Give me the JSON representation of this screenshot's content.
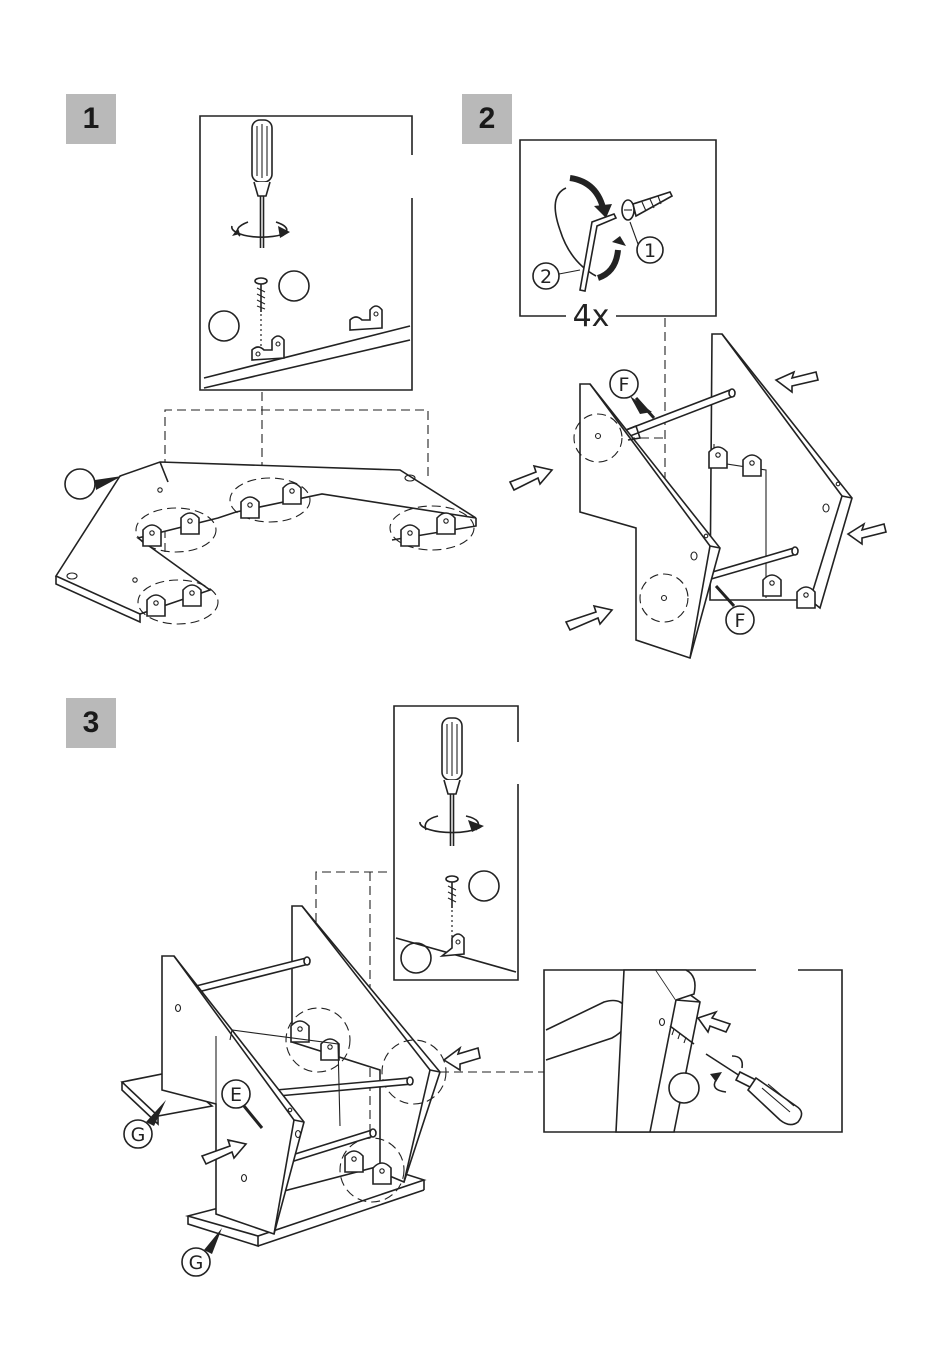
{
  "steps": [
    {
      "number": "1"
    },
    {
      "number": "2"
    },
    {
      "number": "3"
    }
  ],
  "step2": {
    "callout_1": "1",
    "callout_2": "2",
    "quantity": "4x",
    "part_f_top": "F",
    "part_f_bottom": "F"
  },
  "step3": {
    "part_e": "E",
    "part_g_top": "G",
    "part_g_bottom": "G"
  }
}
